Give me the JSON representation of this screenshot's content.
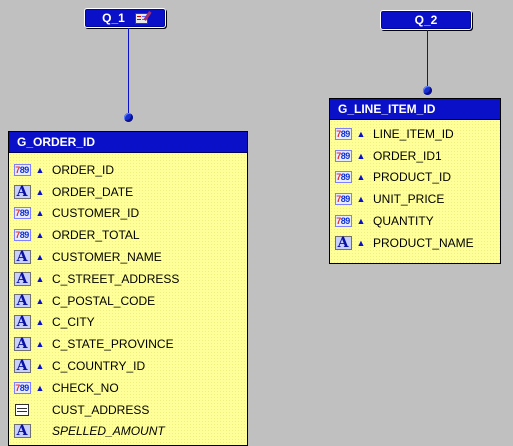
{
  "queries": [
    {
      "name": "Q_1",
      "has_icon": true
    },
    {
      "name": "Q_2",
      "has_icon": false
    }
  ],
  "groups": {
    "order": {
      "title": "G_ORDER_ID",
      "columns": [
        {
          "type": "number",
          "arrow": true,
          "name": "ORDER_ID"
        },
        {
          "type": "char",
          "arrow": true,
          "name": "ORDER_DATE"
        },
        {
          "type": "number",
          "arrow": true,
          "name": "CUSTOMER_ID"
        },
        {
          "type": "number",
          "arrow": true,
          "name": "ORDER_TOTAL"
        },
        {
          "type": "char",
          "arrow": true,
          "name": "CUSTOMER_NAME"
        },
        {
          "type": "char",
          "arrow": true,
          "name": "C_STREET_ADDRESS"
        },
        {
          "type": "char",
          "arrow": true,
          "name": "C_POSTAL_CODE"
        },
        {
          "type": "char",
          "arrow": true,
          "name": "C_CITY"
        },
        {
          "type": "char",
          "arrow": true,
          "name": "C_STATE_PROVINCE"
        },
        {
          "type": "char",
          "arrow": true,
          "name": "C_COUNTRY_ID"
        },
        {
          "type": "number",
          "arrow": true,
          "name": "CHECK_NO"
        },
        {
          "type": "record",
          "arrow": false,
          "name": "CUST_ADDRESS"
        },
        {
          "type": "char",
          "arrow": false,
          "name": "SPELLED_AMOUNT",
          "italic": true
        }
      ]
    },
    "line_item": {
      "title": "G_LINE_ITEM_ID",
      "columns": [
        {
          "type": "number",
          "arrow": true,
          "name": "LINE_ITEM_ID"
        },
        {
          "type": "number",
          "arrow": true,
          "name": "ORDER_ID1"
        },
        {
          "type": "number",
          "arrow": true,
          "name": "PRODUCT_ID"
        },
        {
          "type": "number",
          "arrow": true,
          "name": "UNIT_PRICE"
        },
        {
          "type": "number",
          "arrow": true,
          "name": "QUANTITY"
        },
        {
          "type": "char",
          "arrow": true,
          "name": "PRODUCT_NAME"
        }
      ]
    }
  },
  "icon_glyphs": {
    "number": "789",
    "char": "A",
    "arrow": "✦"
  },
  "colors": {
    "background": "#c0c0c0",
    "header": "#0a10c8",
    "group_fill": "#ffff99"
  }
}
